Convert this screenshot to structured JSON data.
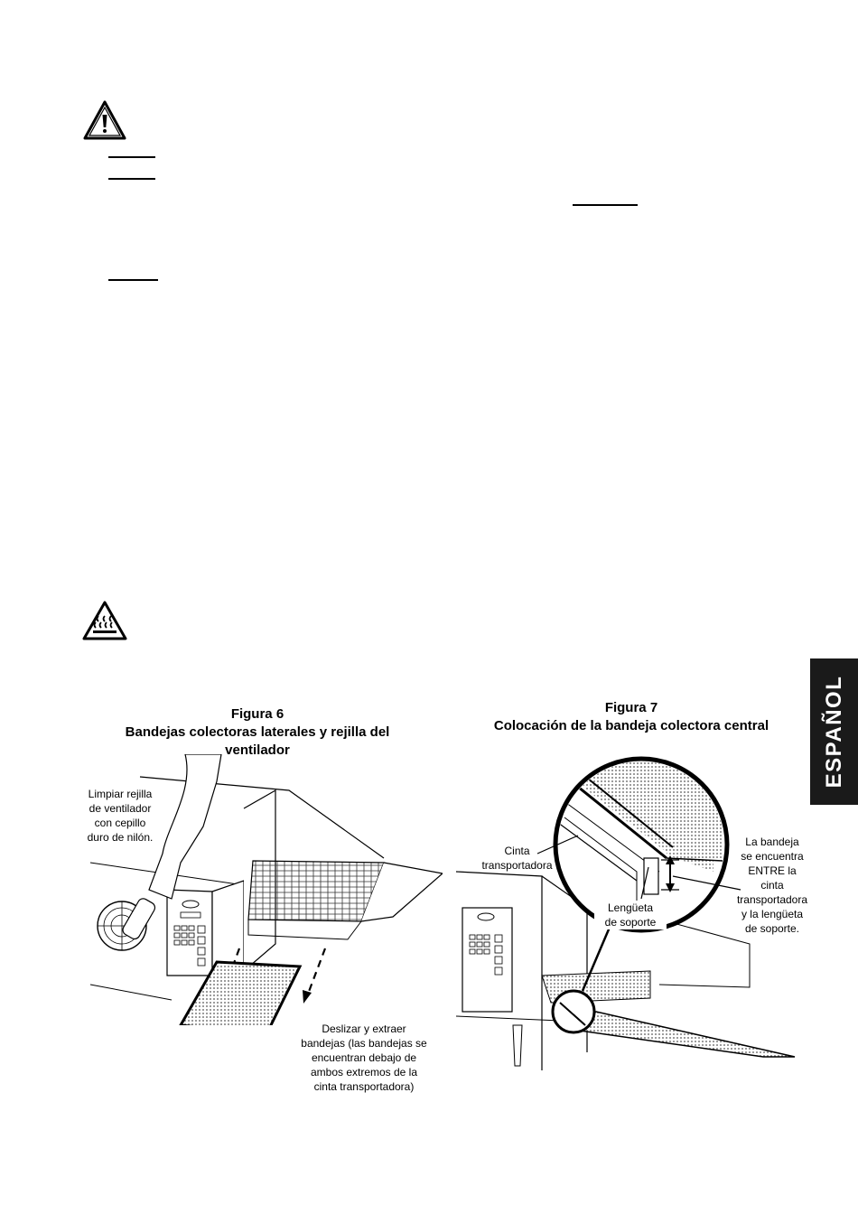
{
  "side_tab": {
    "label": "ESPAÑOL"
  },
  "figure6": {
    "number": "Figura 6",
    "title_line1": "Bandejas colectoras laterales y rejilla del",
    "title_line2": "ventilador",
    "callout_grille": [
      "Limpiar rejilla",
      "de ventilador",
      "con cepillo",
      "duro de nilón."
    ],
    "callout_trays": [
      "Deslizar y extraer",
      "bandejas (las bandejas se",
      "encuentran debajo de",
      "ambos extremos de la",
      "cinta transportadora)"
    ]
  },
  "figure7": {
    "number": "Figura 7",
    "title": "Colocación de la bandeja colectora central",
    "callout_belt": [
      "Cinta",
      "transportadora"
    ],
    "callout_tab": [
      "Lengüeta",
      "de soporte"
    ],
    "callout_between": [
      "La bandeja",
      "se encuentra",
      "ENTRE la",
      "cinta",
      "transportadora",
      "y la lengüeta",
      "de soporte."
    ]
  },
  "icons": {
    "warning": "warning-triangle-icon",
    "hot_surface": "hot-surface-icon"
  }
}
